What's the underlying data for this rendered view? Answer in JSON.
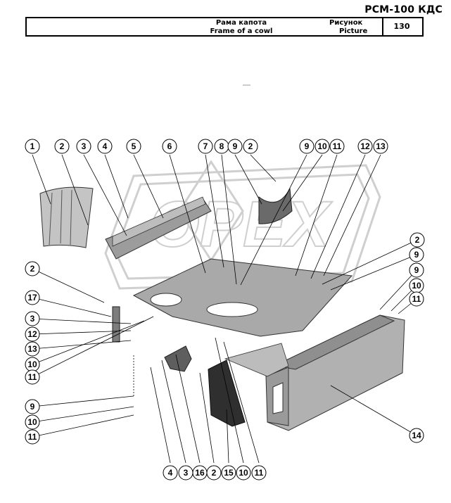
{
  "header": {
    "model": "РСМ-100 КДС",
    "title_ru": "Рама капота",
    "title_en": "Frame of a cowl",
    "picture_label_ru": "Рисунок",
    "picture_label_en": "Picture",
    "picture_number": "130"
  },
  "watermark": "OPEX",
  "callouts_top": [
    "1",
    "2",
    "3",
    "4",
    "5",
    "6",
    "7",
    "8",
    "9",
    "2",
    "9",
    "10",
    "11",
    "12",
    "13"
  ],
  "callouts_right": [
    "2",
    "9",
    "9",
    "10",
    "11",
    "14"
  ],
  "callouts_left": [
    "2",
    "17",
    "3",
    "12",
    "13",
    "10",
    "11",
    "9",
    "10",
    "11"
  ],
  "callouts_bottom": [
    "4",
    "3",
    "16",
    "2",
    "15",
    "10",
    "11"
  ],
  "colors": {
    "part_fill": "#a7a7a7",
    "part_dark": "#6f6f6f",
    "line": "#000000",
    "watermark": "#d9d9d9"
  }
}
